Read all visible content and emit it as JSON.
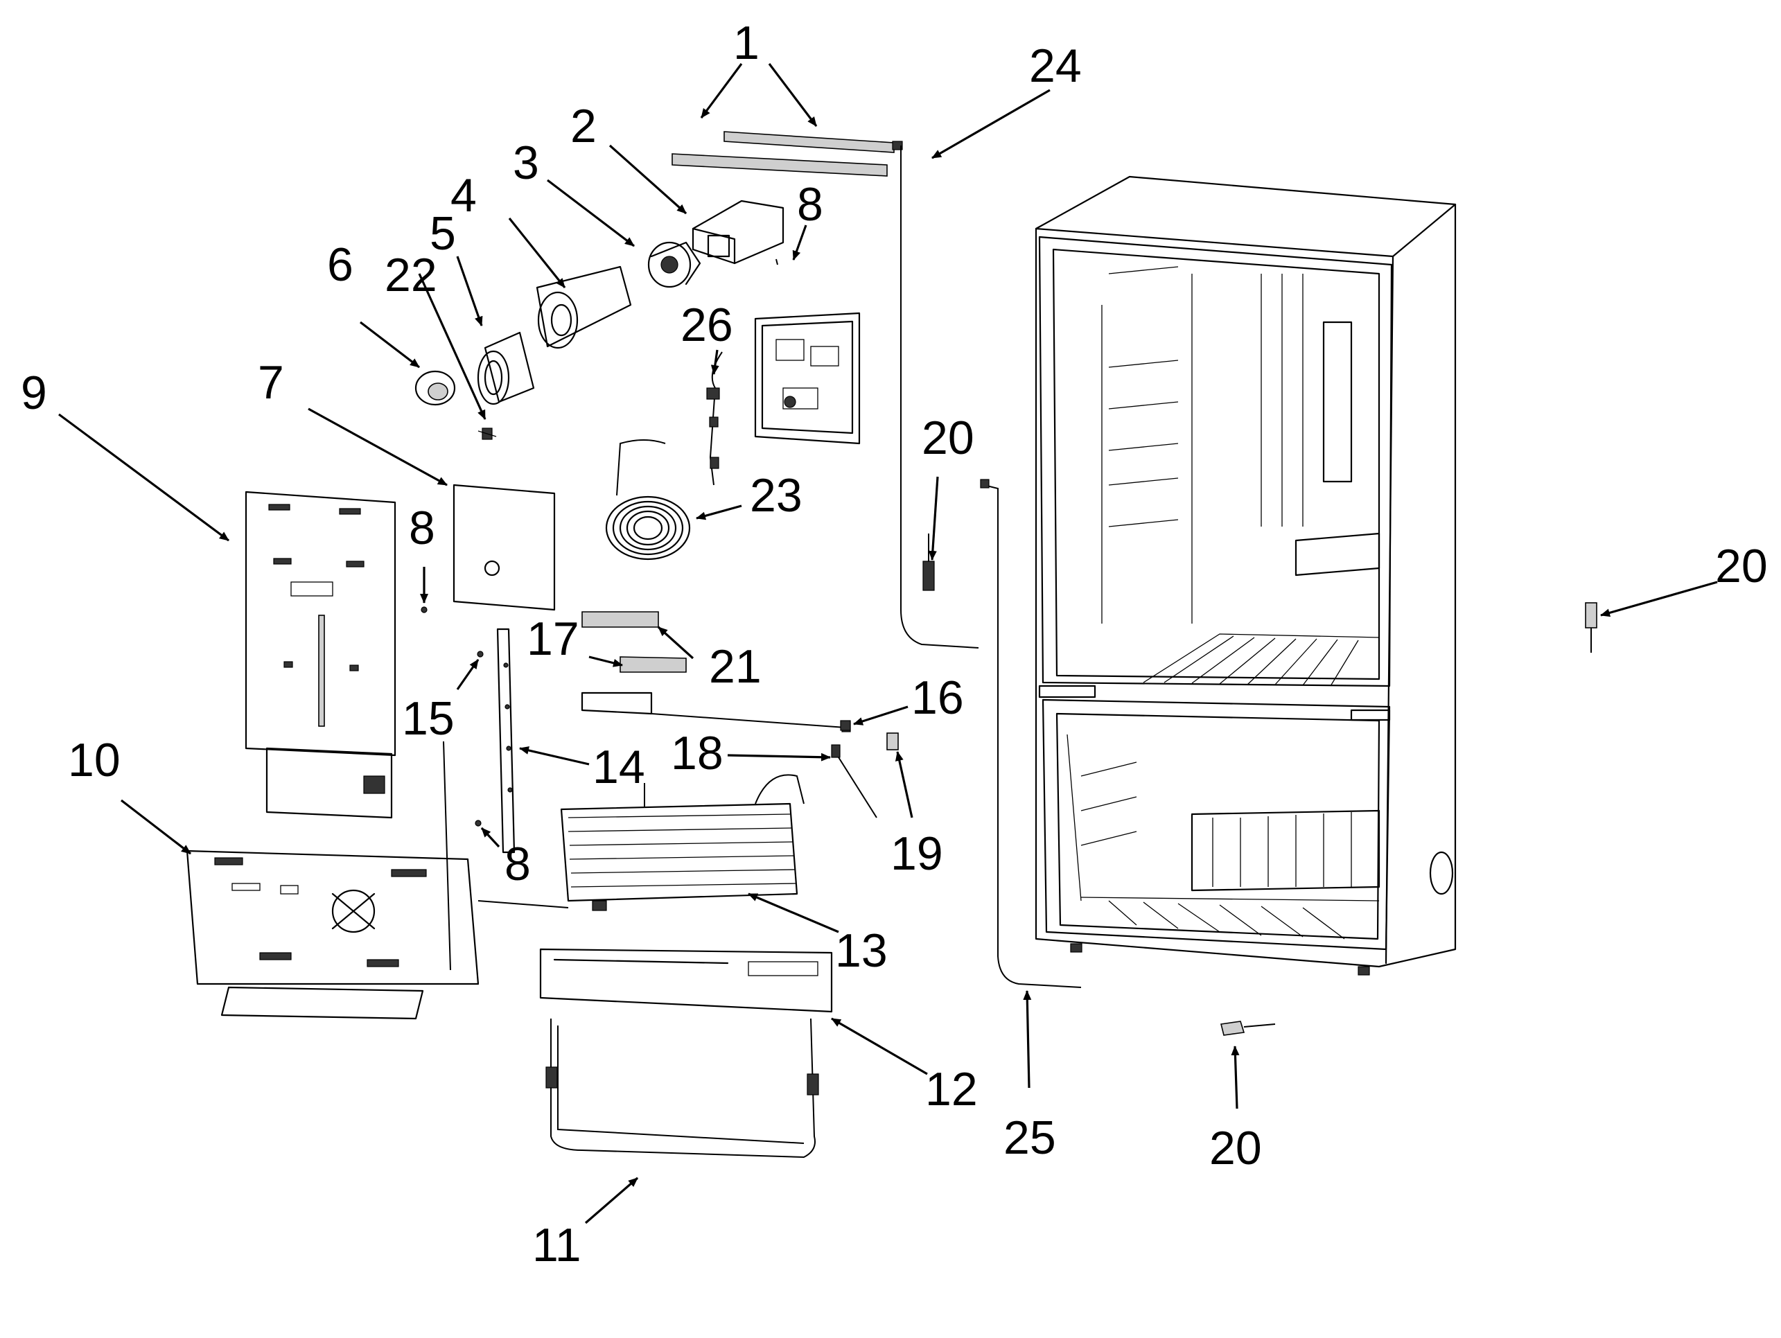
{
  "diagram": {
    "callouts": [
      {
        "id": "1",
        "label": "1"
      },
      {
        "id": "2",
        "label": "2"
      },
      {
        "id": "3",
        "label": "3"
      },
      {
        "id": "4",
        "label": "4"
      },
      {
        "id": "5",
        "label": "5"
      },
      {
        "id": "6",
        "label": "6"
      },
      {
        "id": "7",
        "label": "7"
      },
      {
        "id": "8a",
        "label": "8"
      },
      {
        "id": "8b",
        "label": "8"
      },
      {
        "id": "8c",
        "label": "8"
      },
      {
        "id": "9",
        "label": "9"
      },
      {
        "id": "10",
        "label": "10"
      },
      {
        "id": "11",
        "label": "11"
      },
      {
        "id": "12",
        "label": "12"
      },
      {
        "id": "13",
        "label": "13"
      },
      {
        "id": "14",
        "label": "14"
      },
      {
        "id": "15",
        "label": "15"
      },
      {
        "id": "16",
        "label": "16"
      },
      {
        "id": "17",
        "label": "17"
      },
      {
        "id": "18",
        "label": "18"
      },
      {
        "id": "19",
        "label": "19"
      },
      {
        "id": "20a",
        "label": "20"
      },
      {
        "id": "20b",
        "label": "20"
      },
      {
        "id": "20c",
        "label": "20"
      },
      {
        "id": "21",
        "label": "21"
      },
      {
        "id": "22",
        "label": "22"
      },
      {
        "id": "23",
        "label": "23"
      },
      {
        "id": "24",
        "label": "24"
      },
      {
        "id": "25",
        "label": "25"
      },
      {
        "id": "26",
        "label": "26"
      }
    ]
  }
}
